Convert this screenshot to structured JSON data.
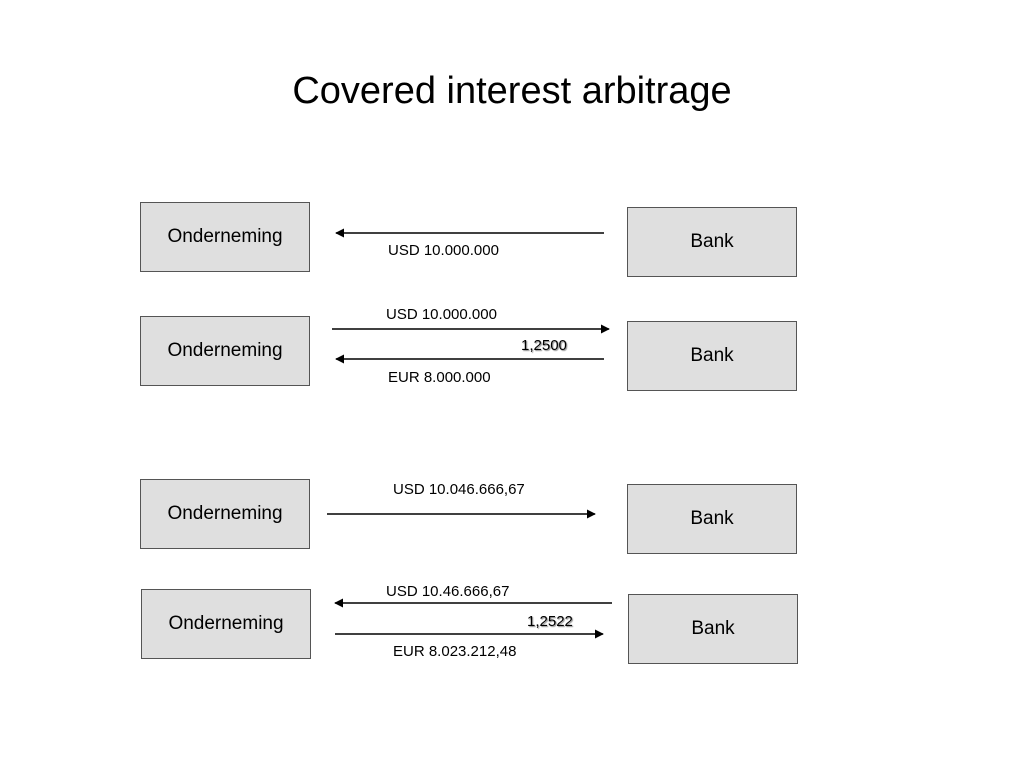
{
  "title": "Covered interest arbitrage",
  "rows": [
    {
      "left_label": "Onderneming",
      "right_label": "Bank",
      "upper_amount": "",
      "rate": "",
      "lower_amount": "USD 10.000.000"
    },
    {
      "left_label": "Onderneming",
      "right_label": "Bank",
      "upper_amount": "USD 10.000.000",
      "rate": "1,2500",
      "lower_amount": "EUR 8.000.000"
    },
    {
      "left_label": "Onderneming",
      "right_label": "Bank",
      "upper_amount": "USD 10.046.666,67",
      "rate": "",
      "lower_amount": ""
    },
    {
      "left_label": "Onderneming",
      "right_label": "Bank",
      "upper_amount": "USD 10.46.666,67",
      "rate": "1,2522",
      "lower_amount": "EUR 8.023.212,48"
    }
  ]
}
